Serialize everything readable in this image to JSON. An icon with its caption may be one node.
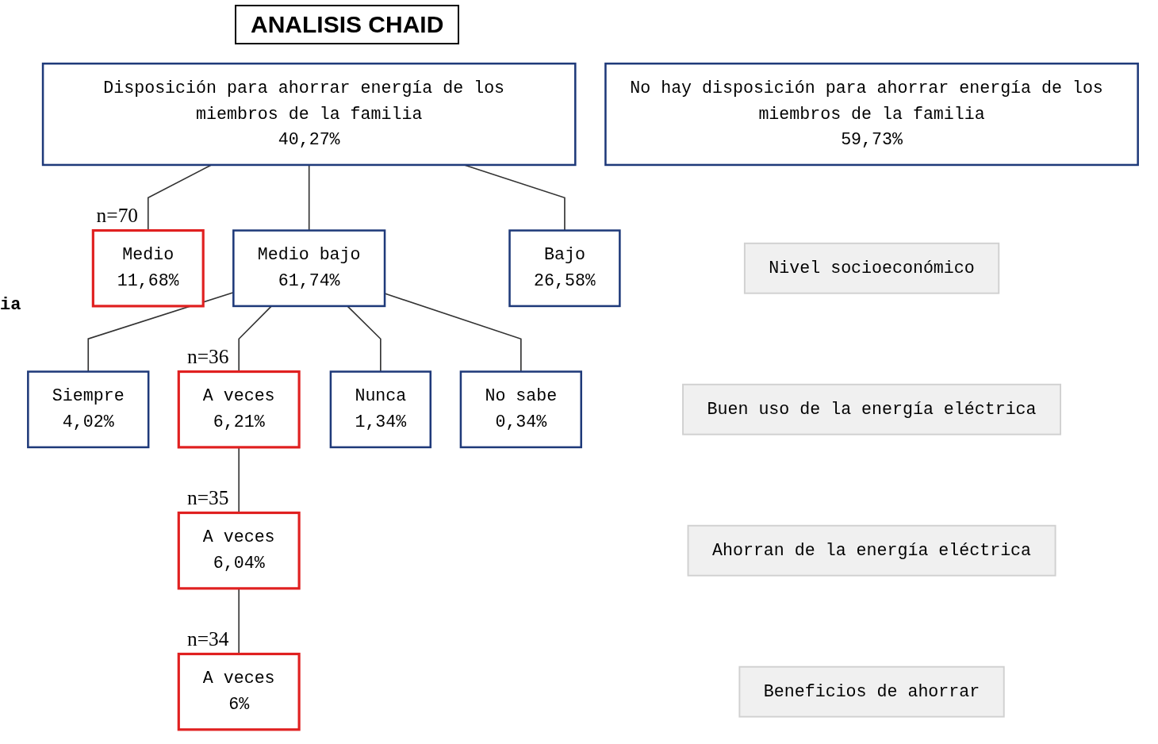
{
  "diagram": {
    "title": "ANALISIS CHAID",
    "nodes": [
      {
        "text": [
          "Disposición para ahorrar energía de los miembros de la familia",
          "40,27%"
        ]
      },
      {
        "text": [
          "No hay disposición para ahorrar energía de los miembros de la familia",
          "59,73%"
        ]
      },
      {
        "text": [
          "Medio",
          "11,68%"
        ],
        "beside": [
          "n=70"
        ]
      },
      {
        "text": [
          "Medio bajo",
          "61,74%"
        ]
      },
      {
        "text": [
          "Bajo",
          "26,58%"
        ]
      },
      {
        "text": [
          "Siempre",
          "4,02%"
        ]
      },
      {
        "text": [
          "A veces",
          "6,21%"
        ],
        "beside": [
          "n=36"
        ]
      },
      {
        "text": [
          "Nunca",
          "1,34%"
        ]
      },
      {
        "text": [
          "No sabe",
          "0,34%"
        ]
      },
      {
        "text": [
          "A veces",
          "6,04%"
        ],
        "beside": [
          "n=35"
        ]
      },
      {
        "text": [
          "A veces",
          "6%"
        ],
        "beside": [
          "n=34"
        ]
      },
      {
        "text": [
          "Nivel socioeconómico"
        ]
      },
      {
        "text": [
          "Buen uso de la energía eléctrica"
        ]
      },
      {
        "text": [
          "Ahorran de la energía eléctrica"
        ]
      },
      {
        "text": [
          "Beneficios de ahorrar"
        ]
      }
    ],
    "edges": [
      {
        "from": 0,
        "to": 2,
        "arrow": "none"
      },
      {
        "from": 0,
        "to": 3,
        "arrow": "none"
      },
      {
        "from": 0,
        "to": 4,
        "arrow": "none"
      },
      {
        "from": 3,
        "to": 5,
        "arrow": "none"
      },
      {
        "from": 3,
        "to": 6,
        "arrow": "none"
      },
      {
        "from": 3,
        "to": 7,
        "arrow": "none"
      },
      {
        "from": 3,
        "to": 8,
        "arrow": "none"
      },
      {
        "from": 6,
        "to": 9,
        "arrow": "none"
      },
      {
        "from": 9,
        "to": 10,
        "arrow": "none"
      }
    ],
    "labels": [
      "ia"
    ]
  }
}
